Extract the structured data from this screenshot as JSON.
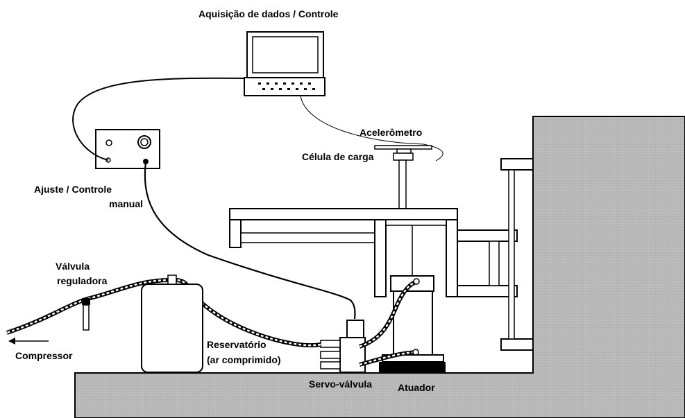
{
  "labels": {
    "daq": "Aquisição de dados / Controle",
    "accelerometer": "Acelerômetro",
    "load_cell": "Célula de carga",
    "manual_control_1": "Ajuste / Controle",
    "manual_control_2": "manual",
    "valve_1": "Válvula",
    "valve_2": "reguladora",
    "reservoir_1": "Reservatório",
    "reservoir_2": "(ar comprimido)",
    "compressor": "Compressor",
    "servo_valve": "Servo-válvula",
    "actuator": "Atuador"
  }
}
